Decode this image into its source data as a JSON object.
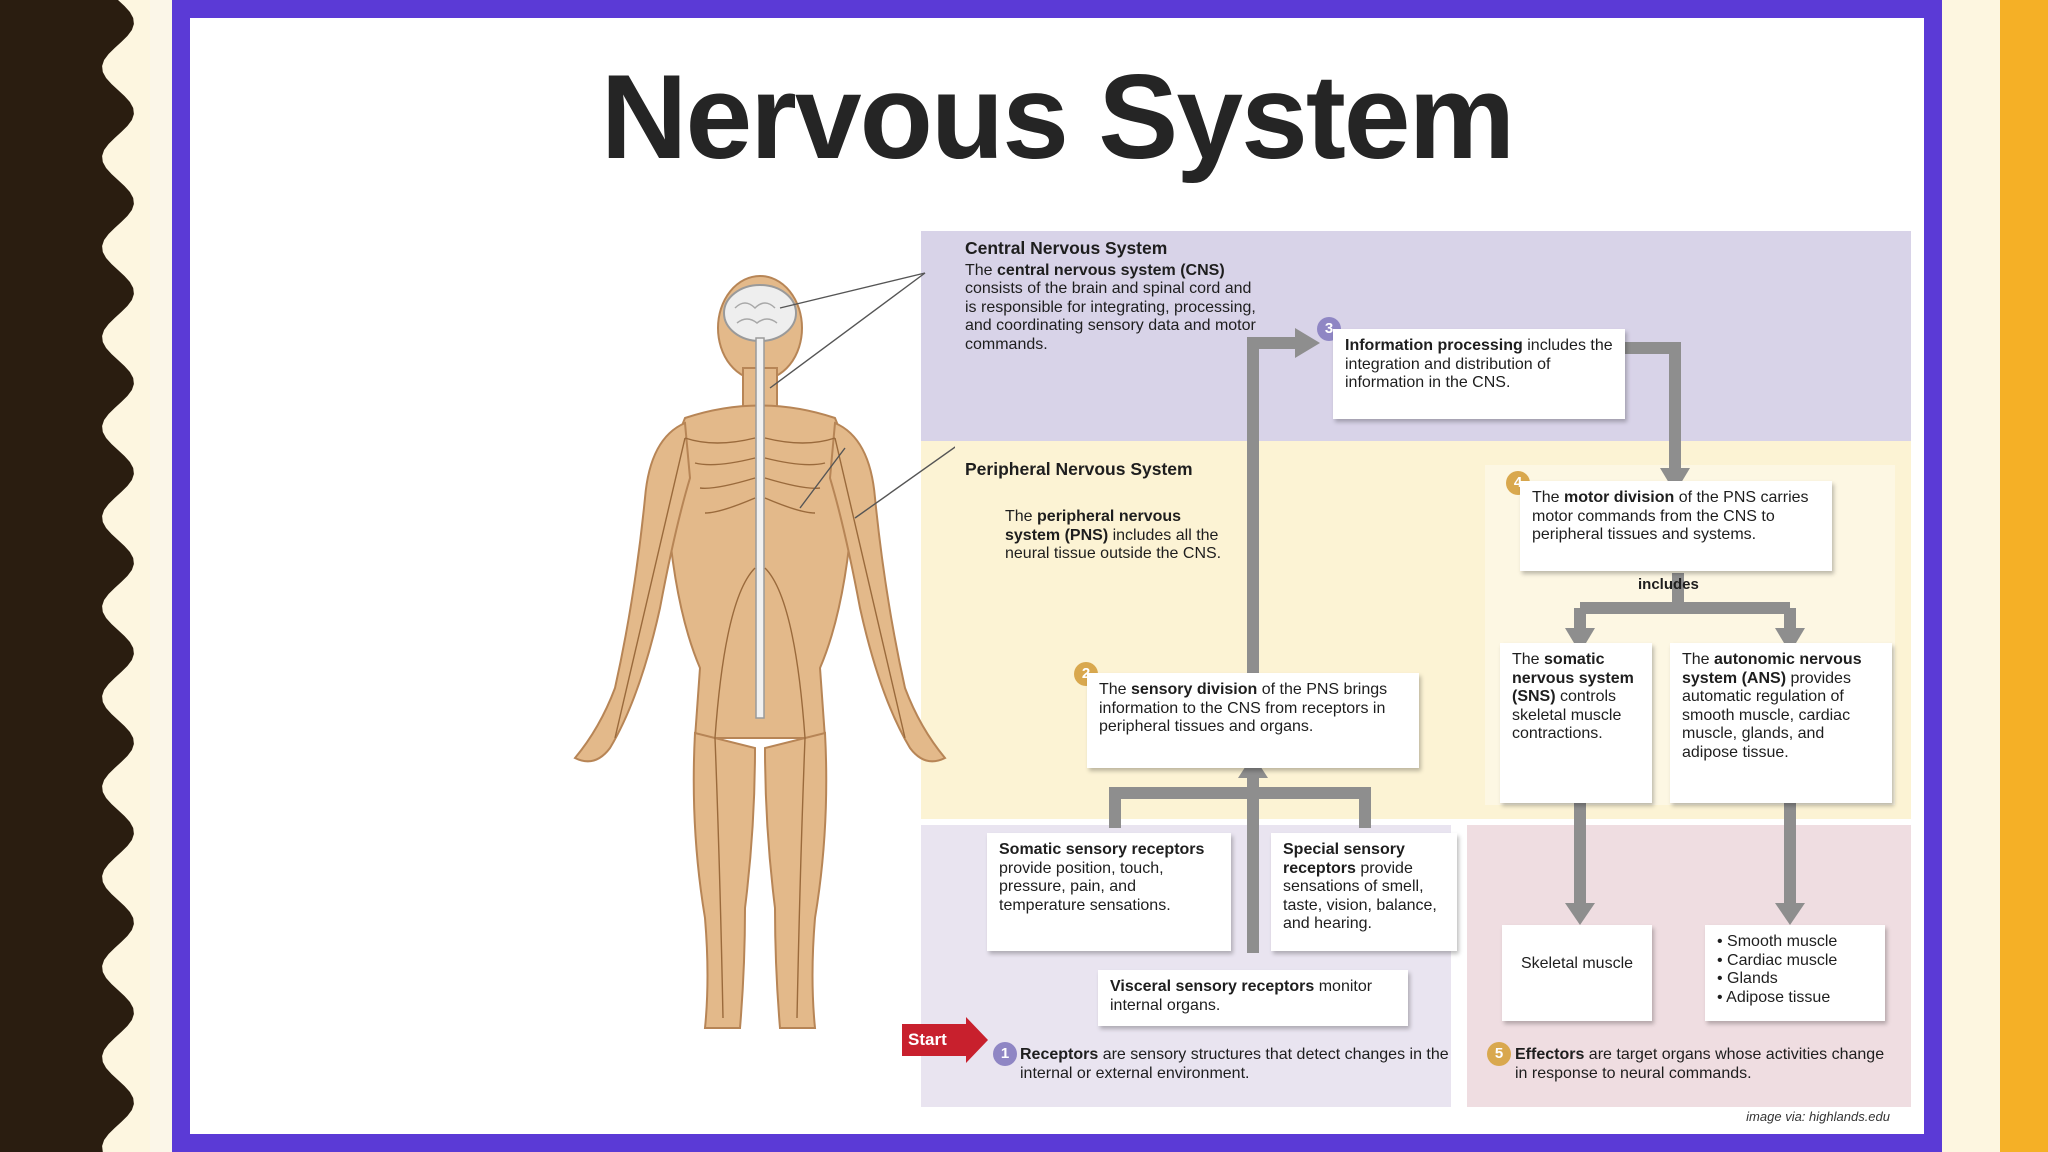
{
  "title": "Nervous System",
  "credit": "image via: highlands.edu",
  "cns": {
    "heading": "Central Nervous System",
    "pre1": "The ",
    "term1": "central nervous system (CNS)",
    "text1": " consists of the brain and spinal cord and is responsible for integrating, processing, and coordinating sensory data and motor commands."
  },
  "pns": {
    "heading": "Peripheral Nervous System",
    "pre1": "The ",
    "term1": "peripheral nervous system (PNS)",
    "text1": " includes all the neural tissue outside the CNS."
  },
  "step3": {
    "num": "3",
    "term": "Information processing",
    "text": " includes the integration and distribution of information in the CNS."
  },
  "step4": {
    "num": "4",
    "pre": "The ",
    "term": "motor division",
    "text": " of the PNS carries motor commands from the CNS to peripheral tissues and systems."
  },
  "includes": "includes",
  "sns": {
    "pre": "The ",
    "term": "somatic nervous system (SNS)",
    "text": " controls skeletal muscle contractions."
  },
  "ans": {
    "pre": "The ",
    "term": "autonomic nervous system (ANS)",
    "text": " provides automatic regulation of smooth muscle, cardiac muscle, glands, and adipose tissue."
  },
  "step2": {
    "num": "2",
    "pre": "The ",
    "term": "sensory division",
    "text": " of the PNS brings information to the CNS from receptors in peripheral tissues and organs."
  },
  "somatic": {
    "term": "Somatic sensory receptors",
    "text": " provide position, touch, pressure, pain, and temperature sensations."
  },
  "special": {
    "term": "Special sensory receptors",
    "text": " provide sensations of smell, taste, vision, balance, and hearing."
  },
  "visceral": {
    "term": "Visceral sensory receptors",
    "text": " monitor internal organs."
  },
  "skeletal": "Skeletal muscle",
  "effector_list": [
    "• Smooth muscle",
    "• Cardiac muscle",
    "• Glands",
    "• Adipose tissue"
  ],
  "step1": {
    "num": "1",
    "term": "Receptors",
    "text": " are sensory structures that detect changes in the internal or external environment."
  },
  "step5": {
    "num": "5",
    "term": "Effectors",
    "text": " are target organs whose activities change in response to neural commands."
  },
  "start_label": "Start",
  "colors": {
    "frame": "#5b3ad6",
    "accent_right": "#f5b026",
    "start": "#c8202d"
  }
}
